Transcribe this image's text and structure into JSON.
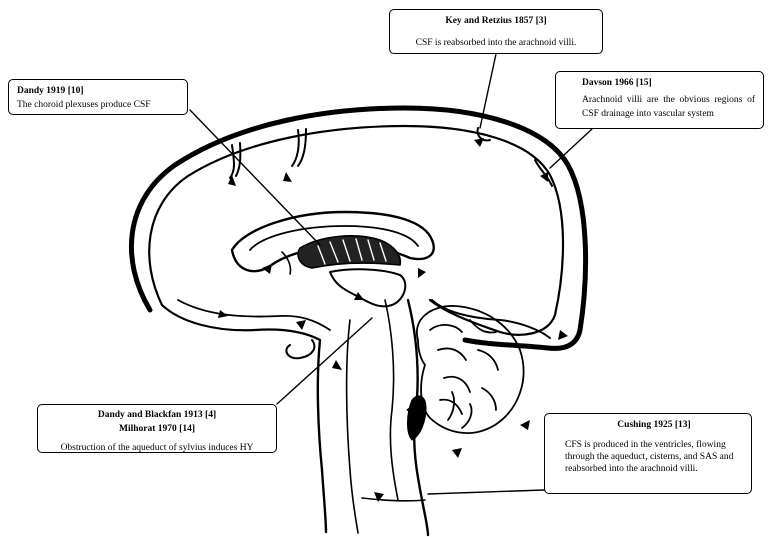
{
  "callouts": {
    "key_retzius": {
      "title": "Key and Retzius 1857",
      "ref": "[3]",
      "text": "CSF is reabsorbed into the arachnoid villi."
    },
    "dandy_1919": {
      "title": "Dandy 1919",
      "ref": "[10]",
      "text": "The choroid plexuses produce CSF"
    },
    "davson_1966": {
      "title": "Davson 1966",
      "ref": "[15]",
      "text": "Arachnoid villi are the obvious regions of CSF drainage into vascular system"
    },
    "dandy_blackfan": {
      "title1": "Dandy and Blackfan 1913",
      "ref1": "[4]",
      "title2": "Milhorat 1970",
      "ref2": "[14]",
      "text": "Obstruction of the aqueduct of sylvius induces HY"
    },
    "cushing_1925": {
      "title": "Cushing 1925",
      "ref": "[13]",
      "text": "CFS is produced in the ventricles, flowing through the aqueduct, cisterns, and SAS and reabsorbed into the arachnoid villi."
    }
  },
  "colors": {
    "stroke": "#000000",
    "background": "#ffffff"
  },
  "illustration": {
    "subject": "midsagittal-brain-csf-circulation",
    "icons": [
      "brain-outline",
      "choroid-plexus",
      "cerebellum",
      "brainstem",
      "flow-arrows"
    ]
  }
}
